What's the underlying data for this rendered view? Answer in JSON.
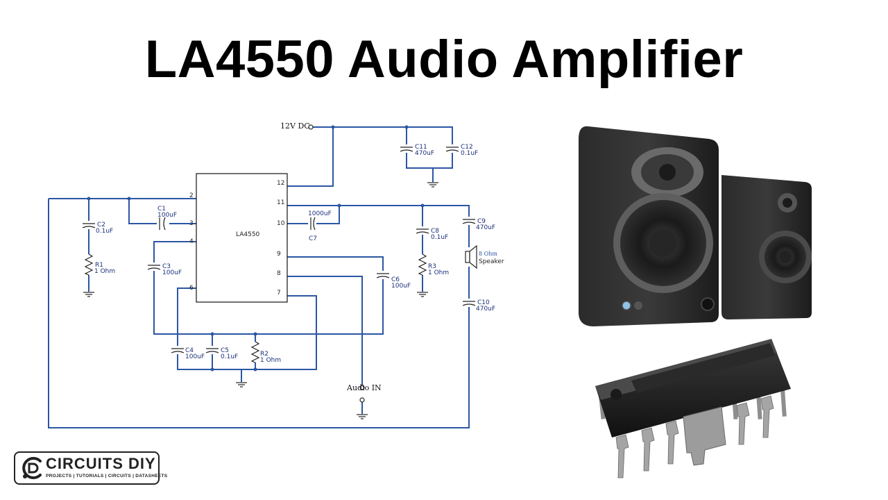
{
  "title": "LA4550 Audio Amplifier",
  "schematic": {
    "ic_label": "LA4550",
    "supply_label": "12V DC",
    "audio_in_label": "Audio IN",
    "speaker": {
      "rating": "8 Ohm",
      "name": "Speaker"
    },
    "pins": [
      "2",
      "3",
      "4",
      "6",
      "12",
      "11",
      "10",
      "9",
      "8",
      "7"
    ],
    "components": [
      {
        "ref": "C1",
        "value": "100uF"
      },
      {
        "ref": "C2",
        "value": "0.1uF"
      },
      {
        "ref": "R1",
        "value": "1 Ohm"
      },
      {
        "ref": "C3",
        "value": "100uF"
      },
      {
        "ref": "C4",
        "value": "100uF"
      },
      {
        "ref": "C5",
        "value": "0.1uF"
      },
      {
        "ref": "R2",
        "value": "1 Ohm"
      },
      {
        "ref": "C6",
        "value": "100uF"
      },
      {
        "ref": "C7",
        "value": "1000uF"
      },
      {
        "ref": "C8",
        "value": "0.1uF"
      },
      {
        "ref": "R3",
        "value": "1 Ohm"
      },
      {
        "ref": "C9",
        "value": "470uF"
      },
      {
        "ref": "C10",
        "value": "470uF"
      },
      {
        "ref": "C11",
        "value": "470uF"
      },
      {
        "ref": "C12",
        "value": "0.1uF"
      }
    ]
  },
  "illustrations": [
    "speakers",
    "dip-ic-chip"
  ],
  "logo": {
    "name": "CIRCUITS DIY",
    "tagline": "PROJECTS | TUTORIALS | CIRCUITS | DATASHEETS"
  }
}
